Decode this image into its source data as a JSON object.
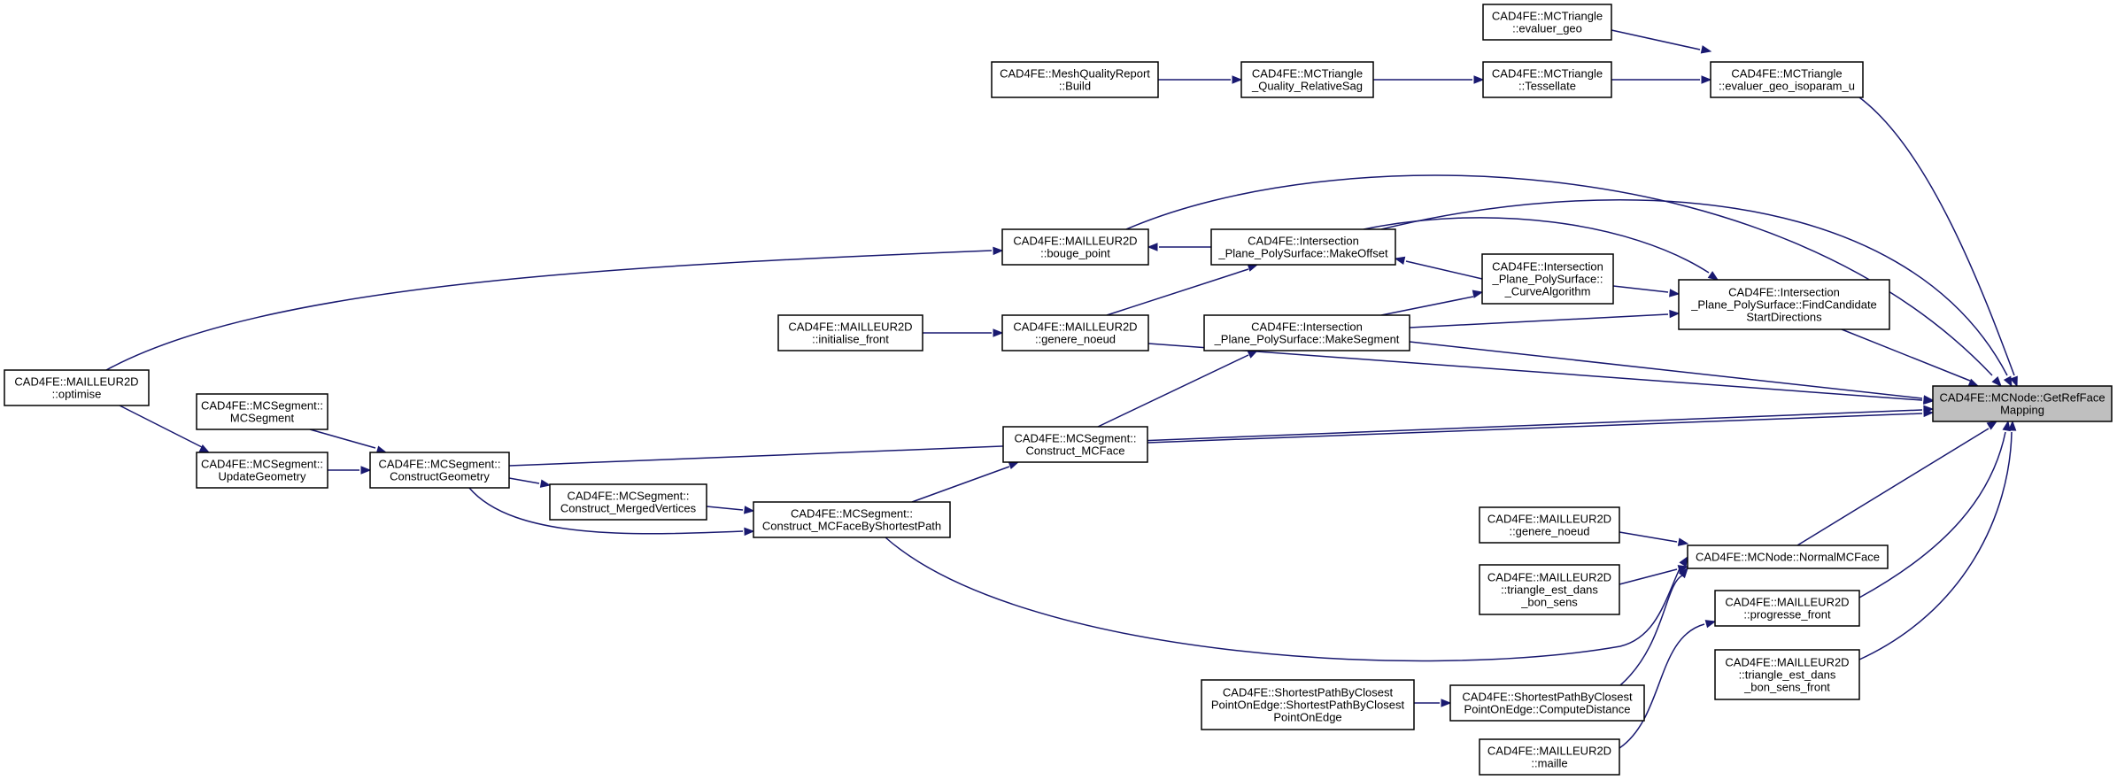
{
  "graph": {
    "root": "getrefface",
    "nodes": [
      {
        "id": "getrefface",
        "lines": [
          "CAD4FE::MCNode::GetRefFace",
          "Mapping"
        ],
        "root": true
      },
      {
        "id": "evaluer_geo",
        "lines": [
          "CAD4FE::MCTriangle",
          "::evaluer_geo"
        ]
      },
      {
        "id": "evaluer_geo_isoparam_u",
        "lines": [
          "CAD4FE::MCTriangle",
          "::evaluer_geo_isoparam_u"
        ]
      },
      {
        "id": "meshqualityreport_build",
        "lines": [
          "CAD4FE::MeshQualityReport",
          "::Build"
        ]
      },
      {
        "id": "quality_relativesag",
        "lines": [
          "CAD4FE::MCTriangle",
          "_Quality_RelativeSag"
        ]
      },
      {
        "id": "tessellate",
        "lines": [
          "CAD4FE::MCTriangle",
          "::Tessellate"
        ]
      },
      {
        "id": "bouge_point",
        "lines": [
          "CAD4FE::MAILLEUR2D",
          "::bouge_point"
        ]
      },
      {
        "id": "makeoffset",
        "lines": [
          "CAD4FE::Intersection",
          "_Plane_PolySurface::MakeOffset"
        ]
      },
      {
        "id": "curvealgorithm",
        "lines": [
          "CAD4FE::Intersection",
          "_Plane_PolySurface::",
          "_CurveAlgorithm"
        ]
      },
      {
        "id": "findcandidate",
        "lines": [
          "CAD4FE::Intersection",
          "_Plane_PolySurface::FindCandidate",
          "StartDirections"
        ]
      },
      {
        "id": "initialise_front",
        "lines": [
          "CAD4FE::MAILLEUR2D",
          "::initialise_front"
        ]
      },
      {
        "id": "genere_noeud_1",
        "lines": [
          "CAD4FE::MAILLEUR2D",
          "::genere_noeud"
        ]
      },
      {
        "id": "makesegment",
        "lines": [
          "CAD4FE::Intersection",
          "_Plane_PolySurface::MakeSegment"
        ]
      },
      {
        "id": "optimise",
        "lines": [
          "CAD4FE::MAILLEUR2D",
          "::optimise"
        ]
      },
      {
        "id": "mcsegment_ctor",
        "lines": [
          "CAD4FE::MCSegment::",
          "MCSegment"
        ]
      },
      {
        "id": "constructgeometry",
        "lines": [
          "CAD4FE::MCSegment::",
          "ConstructGeometry"
        ]
      },
      {
        "id": "updategeometry",
        "lines": [
          "CAD4FE::MCSegment::",
          "UpdateGeometry"
        ]
      },
      {
        "id": "construct_mcface",
        "lines": [
          "CAD4FE::MCSegment::",
          "Construct_MCFace"
        ]
      },
      {
        "id": "construct_mergedvertices",
        "lines": [
          "CAD4FE::MCSegment::",
          "Construct_MergedVertices"
        ]
      },
      {
        "id": "construct_mcfacebyshortestpath",
        "lines": [
          "CAD4FE::MCSegment::",
          "Construct_MCFaceByShortestPath"
        ]
      },
      {
        "id": "genere_noeud_2",
        "lines": [
          "CAD4FE::MAILLEUR2D",
          "::genere_noeud"
        ]
      },
      {
        "id": "normalmcface",
        "lines": [
          "CAD4FE::MCNode::NormalMCFace"
        ]
      },
      {
        "id": "triangle_est_dans_bon_sens",
        "lines": [
          "CAD4FE::MAILLEUR2D",
          "::triangle_est_dans",
          "_bon_sens"
        ]
      },
      {
        "id": "progresse_front",
        "lines": [
          "CAD4FE::MAILLEUR2D",
          "::progresse_front"
        ]
      },
      {
        "id": "triangle_est_dans_bon_sens_front",
        "lines": [
          "CAD4FE::MAILLEUR2D",
          "::triangle_est_dans",
          "_bon_sens_front"
        ]
      },
      {
        "id": "shortestpath_ctor",
        "lines": [
          "CAD4FE::ShortestPathByClosest",
          "PointOnEdge::ShortestPathByClosest",
          "PointOnEdge"
        ]
      },
      {
        "id": "computedistance",
        "lines": [
          "CAD4FE::ShortestPathByClosest",
          "PointOnEdge::ComputeDistance"
        ]
      },
      {
        "id": "maille",
        "lines": [
          "CAD4FE::MAILLEUR2D",
          "::maille"
        ]
      }
    ],
    "edges": [
      {
        "from": "evaluer_geo",
        "to": "evaluer_geo_isoparam_u"
      },
      {
        "from": "tessellate",
        "to": "evaluer_geo_isoparam_u"
      },
      {
        "from": "quality_relativesag",
        "to": "tessellate"
      },
      {
        "from": "meshqualityreport_build",
        "to": "quality_relativesag"
      },
      {
        "from": "evaluer_geo_isoparam_u",
        "to": "getrefface"
      },
      {
        "from": "bouge_point",
        "to": "getrefface"
      },
      {
        "from": "makeoffset",
        "to": "getrefface"
      },
      {
        "from": "makeoffset",
        "to": "findcandidate"
      },
      {
        "from": "makeoffset",
        "to": "bouge_point"
      },
      {
        "from": "curvealgorithm",
        "to": "makeoffset"
      },
      {
        "from": "curvealgorithm",
        "to": "findcandidate"
      },
      {
        "from": "makesegment",
        "to": "curvealgorithm"
      },
      {
        "from": "makesegment",
        "to": "findcandidate"
      },
      {
        "from": "makesegment",
        "to": "getrefface"
      },
      {
        "from": "findcandidate",
        "to": "getrefface"
      },
      {
        "from": "genere_noeud_1",
        "to": "makeoffset"
      },
      {
        "from": "genere_noeud_1",
        "to": "getrefface"
      },
      {
        "from": "initialise_front",
        "to": "genere_noeud_1"
      },
      {
        "from": "optimise",
        "to": "bouge_point"
      },
      {
        "from": "optimise",
        "to": "updategeometry"
      },
      {
        "from": "mcsegment_ctor",
        "to": "constructgeometry"
      },
      {
        "from": "updategeometry",
        "to": "constructgeometry"
      },
      {
        "from": "constructgeometry",
        "to": "getrefface"
      },
      {
        "from": "constructgeometry",
        "to": "construct_mergedvertices"
      },
      {
        "from": "constructgeometry",
        "to": "construct_mcfacebyshortestpath"
      },
      {
        "from": "construct_mergedvertices",
        "to": "construct_mcfacebyshortestpath"
      },
      {
        "from": "construct_mcfacebyshortestpath",
        "to": "construct_mcface"
      },
      {
        "from": "construct_mcfacebyshortestpath",
        "to": "normalmcface"
      },
      {
        "from": "construct_mcface",
        "to": "makesegment"
      },
      {
        "from": "construct_mcface",
        "to": "getrefface"
      },
      {
        "from": "normalmcface",
        "to": "getrefface"
      },
      {
        "from": "genere_noeud_2",
        "to": "normalmcface"
      },
      {
        "from": "triangle_est_dans_bon_sens",
        "to": "normalmcface"
      },
      {
        "from": "computedistance",
        "to": "normalmcface"
      },
      {
        "from": "shortestpath_ctor",
        "to": "computedistance"
      },
      {
        "from": "progresse_front",
        "to": "getrefface"
      },
      {
        "from": "triangle_est_dans_bon_sens_front",
        "to": "getrefface"
      },
      {
        "from": "maille",
        "to": "progresse_front"
      }
    ]
  }
}
